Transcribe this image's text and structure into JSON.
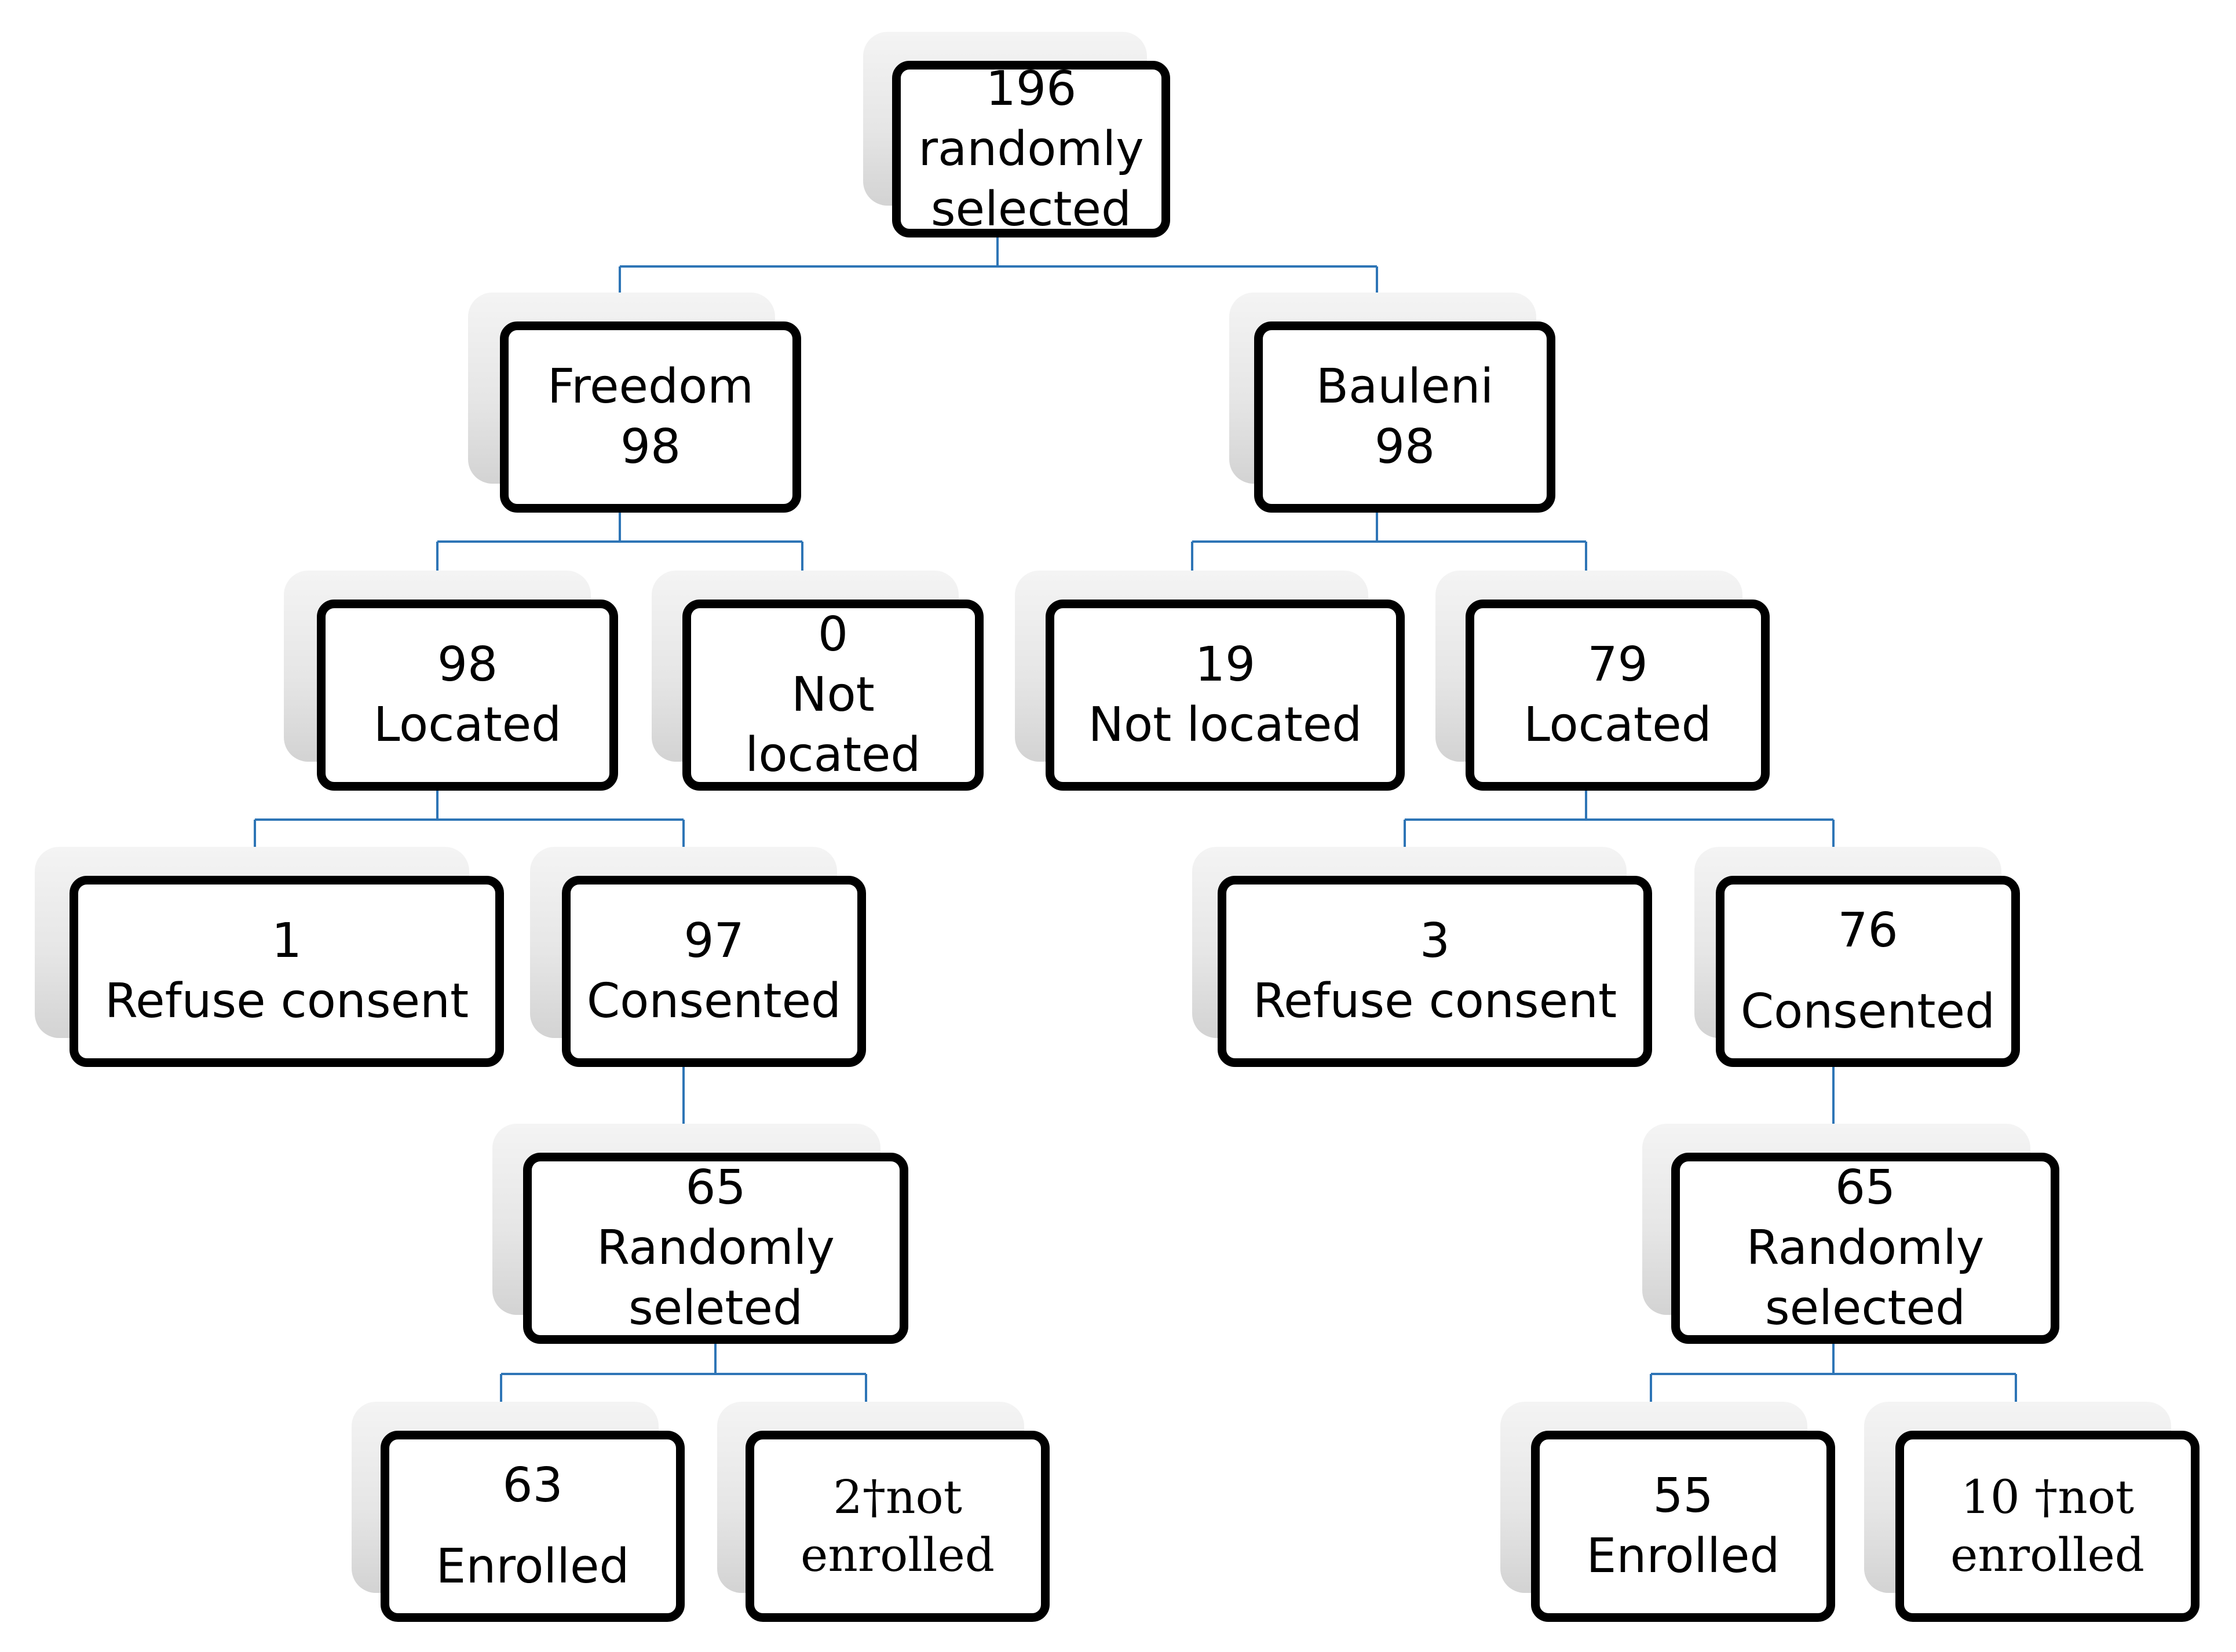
{
  "colors": {
    "connector": "#2e75b6",
    "box_border": "#000000"
  },
  "nodes": {
    "root": {
      "lines": [
        "196",
        "randomly",
        "selected"
      ]
    },
    "freedom": {
      "lines": [
        "Freedom",
        "98"
      ]
    },
    "bauleni": {
      "lines": [
        "Bauleni",
        "98"
      ]
    },
    "f_located": {
      "lines": [
        "98",
        "Located"
      ]
    },
    "f_notloc": {
      "lines": [
        "0",
        "Not",
        "located"
      ]
    },
    "b_notloc": {
      "lines": [
        "19",
        "Not located"
      ]
    },
    "b_located": {
      "lines": [
        "79",
        "Located"
      ]
    },
    "f_refuse": {
      "lines": [
        "1",
        "Refuse consent"
      ]
    },
    "f_consent": {
      "lines": [
        "97",
        "Consented"
      ]
    },
    "b_refuse": {
      "lines": [
        "3",
        "Refuse consent"
      ]
    },
    "b_consent": {
      "lines": [
        "76",
        "Consented"
      ]
    },
    "f_random": {
      "lines": [
        "65",
        "Randomly",
        "seleted"
      ]
    },
    "b_random": {
      "lines": [
        "65",
        "Randomly",
        "selected"
      ]
    },
    "f_enroll": {
      "lines": [
        "63",
        "Enrolled"
      ]
    },
    "f_notenr": {
      "lines": [
        "2†not",
        "enrolled"
      ]
    },
    "b_enroll": {
      "lines": [
        "55",
        "Enrolled"
      ]
    },
    "b_notenr": {
      "lines": [
        "10 †not",
        "enrolled"
      ]
    }
  }
}
